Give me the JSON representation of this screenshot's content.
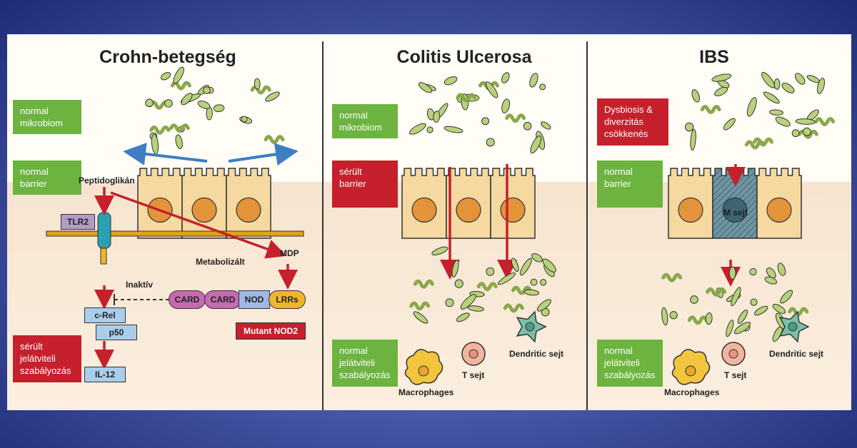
{
  "colors": {
    "green": "#6cb33f",
    "red": "#c5202c",
    "cell": "#f5d9a0",
    "nucleus": "#e3933a",
    "bacteria": "#b9d27a",
    "arrow": "#c5202c"
  },
  "panels": [
    {
      "title": "Crohn-betegség",
      "boxes": {
        "top": "normal\nmikrobiom",
        "mid": "normal\nbarrier",
        "bottom": "sérült\njelátviteli\nszabályozás"
      },
      "labels": {
        "peptido": "Peptidoglikán",
        "tlr2": "TLR2",
        "mdp": "MDP",
        "metab": "Metabolizált",
        "inaktiv": "Inaktív",
        "card1": "CARD",
        "card2": "CARD",
        "nod": "NOD",
        "lrrs": "LRRs",
        "mutant": "Mutant NOD2",
        "crel": "c-Rel",
        "p50": "p50",
        "il12": "IL-12"
      }
    },
    {
      "title": "Colitis Ulcerosa",
      "boxes": {
        "top": "normal\nmikrobiom",
        "mid": "sérült\nbarrier",
        "bottom": "normal\njelátviteli\nszabályozás"
      },
      "labels": {
        "macro": "Macrophages",
        "tsejt": "T sejt",
        "dendritic": "Dendritic sejt"
      }
    },
    {
      "title": "IBS",
      "boxes": {
        "top": "Dysbiosis &\ndiverzitás\ncsökkenés",
        "mid": "normal\nbarrier",
        "bottom": "normal\njelátviteli\nszabályozás"
      },
      "labels": {
        "msejt": "M sejt",
        "macro": "Macrophages",
        "tsejt": "T sejt",
        "dendritic": "Dendritic sejt"
      }
    }
  ]
}
